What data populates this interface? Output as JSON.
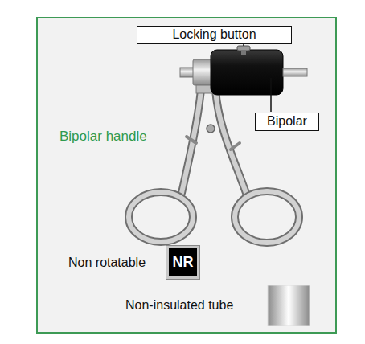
{
  "diagram": {
    "nodes": [
      {
        "text": [
          "Locking button"
        ]
      },
      {
        "text": [
          "Bipolar"
        ]
      },
      {
        "text": [
          "NR"
        ]
      }
    ],
    "labels": [
      "Bipolar handle",
      "Non rotatable",
      "Non-insulated tube"
    ]
  }
}
